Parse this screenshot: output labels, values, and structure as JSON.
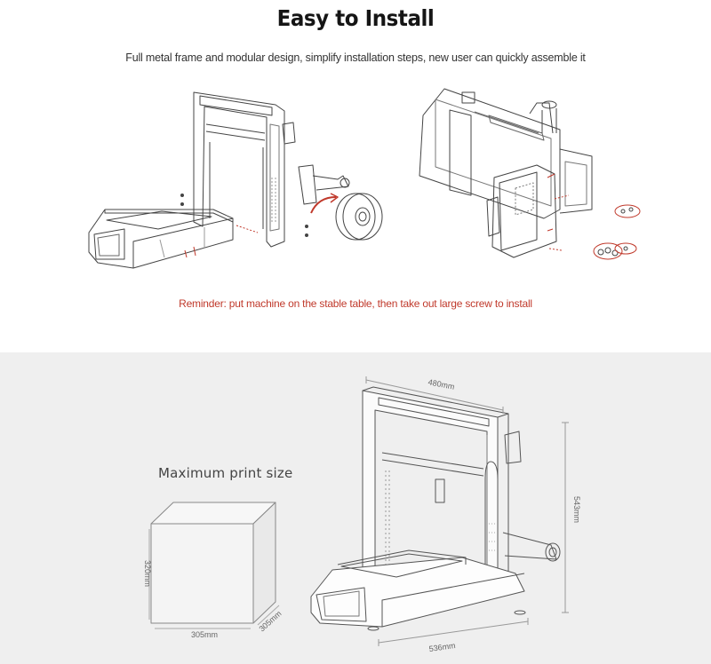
{
  "header": {
    "title": "Easy to Install",
    "subtitle": "Full metal frame and modular design, simplify installation steps, new user can quickly assemble it"
  },
  "reminder": "Reminder: put machine on the stable table, then take out large screw to install",
  "print_size": {
    "label": "Maximum print size",
    "height": "320mm",
    "width": "305mm",
    "depth": "305mm"
  },
  "machine_dims": {
    "width": "480mm",
    "height": "543mm",
    "depth": "536mm"
  },
  "colors": {
    "reminder": "#c0392b",
    "lower_bg": "#efefef"
  }
}
